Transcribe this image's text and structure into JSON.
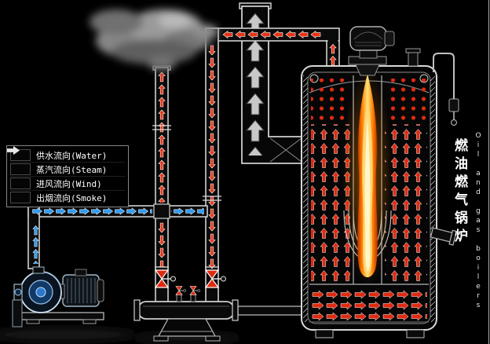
{
  "titles": {
    "chinese": "燃油燃气锅炉",
    "english": "Oil and gas boilers"
  },
  "legend": {
    "items": [
      {
        "name": "water",
        "label": "供水流向(Water)",
        "color": "#2f9bf0"
      },
      {
        "name": "steam",
        "label": "蒸汽流向(Steam)",
        "color": "#f5250f"
      },
      {
        "name": "wind",
        "label": "进风流向(Wind)",
        "color": "#2fc24d"
      },
      {
        "name": "smoke",
        "label": "出烟流向(Smoke)",
        "color": "#e8e8e8"
      }
    ]
  },
  "colors": {
    "background": "#000000",
    "pipe_outline": "#cccccc",
    "arrow_red": "#e02a10",
    "arrow_blue": "#2f9bf0",
    "smoke_gray": "#c8c8c8",
    "flame_core": "#fff6c9",
    "flame_body": "#ffe372",
    "flame_edge": "#b33000"
  }
}
